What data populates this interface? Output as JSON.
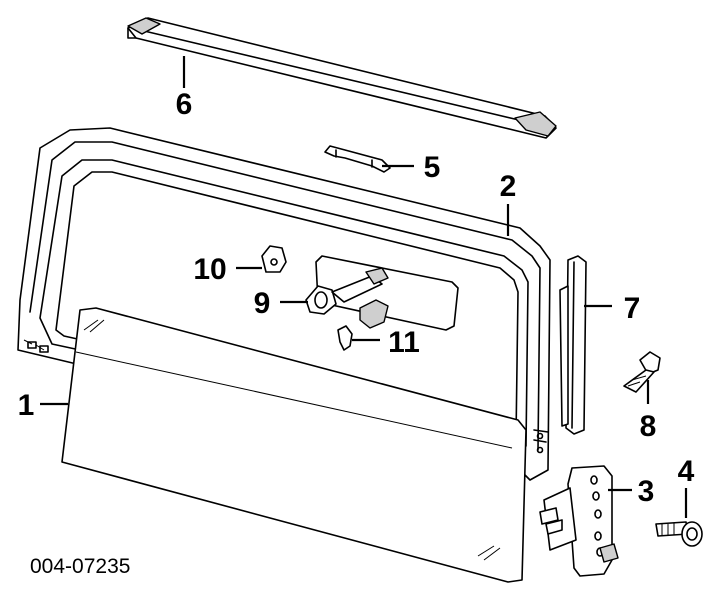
{
  "callouts": {
    "c1": "1",
    "c2": "2",
    "c3": "3",
    "c4": "4",
    "c5": "5",
    "c6": "6",
    "c7": "7",
    "c8": "8",
    "c9": "9",
    "c10": "10",
    "c11": "11"
  },
  "figure_code": "004-07235"
}
